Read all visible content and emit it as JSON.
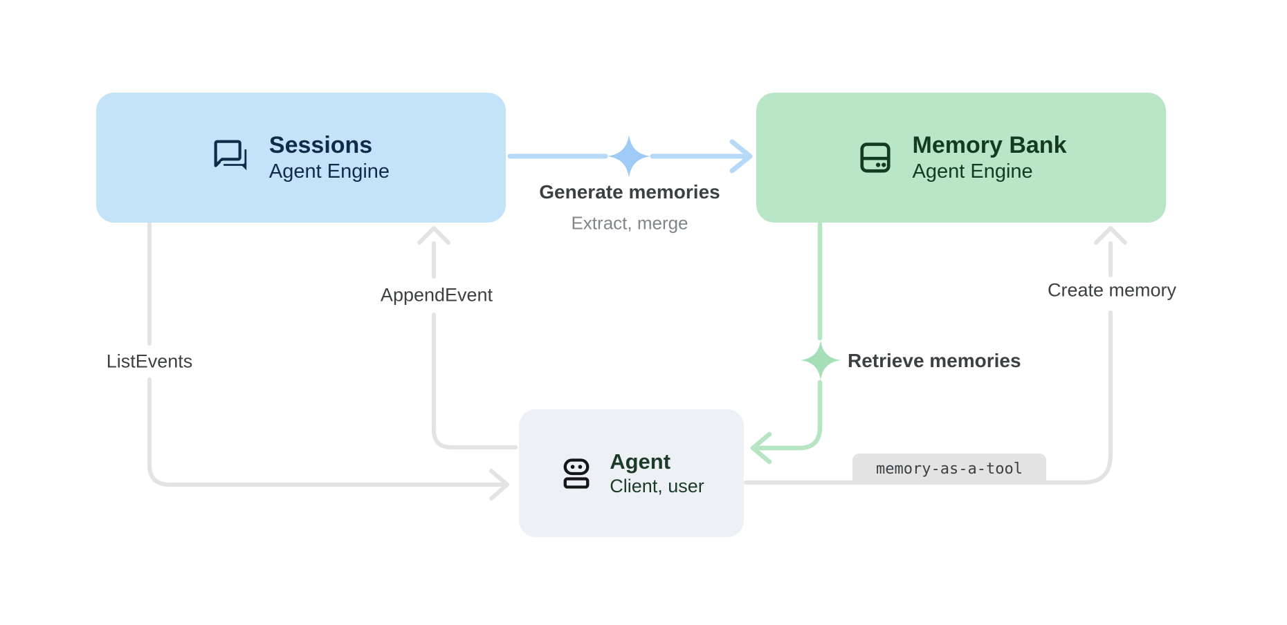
{
  "diagram": {
    "background": "#ffffff",
    "nodes": {
      "sessions": {
        "title": "Sessions",
        "subtitle": "Agent Engine",
        "icon": "chat-forum-icon",
        "fill": "#c3e3f8",
        "text_color": "#0e2c49"
      },
      "memory_bank": {
        "title": "Memory Bank",
        "subtitle": "Agent Engine",
        "icon": "storage-bank-icon",
        "fill": "#b8e6c7",
        "text_color": "#143a22"
      },
      "agent": {
        "title": "Agent",
        "subtitle": "Client, user",
        "icon": "robot-icon",
        "fill": "#edf1f5",
        "text_color": "#1b3a28"
      }
    },
    "edges": {
      "generate_memories": {
        "label": "Generate memories",
        "sublabel": "Extract, merge",
        "from": "sessions",
        "to": "memory_bank",
        "color": "#b6d9f7",
        "decoration": "sparkle-icon"
      },
      "append_event": {
        "label": "AppendEvent",
        "from": "agent",
        "to": "sessions",
        "color": "#e3e3e3"
      },
      "list_events": {
        "label": "ListEvents",
        "from": "sessions",
        "to": "agent",
        "color": "#e3e3e3"
      },
      "retrieve_memories": {
        "label": "Retrieve memories",
        "from": "memory_bank",
        "to": "agent",
        "color": "#b7e5c4",
        "decoration": "sparkle-icon"
      },
      "create_memory": {
        "label": "Create memory",
        "badge": "memory-as-a-tool",
        "from": "agent",
        "to": "memory_bank",
        "color": "#e3e3e3"
      }
    },
    "colors": {
      "blue_sparkle": "#9fcaf5",
      "green_sparkle": "#a6deb8",
      "label_primary": "#3c4043",
      "label_secondary": "#80868b",
      "badge_fill": "#e3e3e3"
    }
  }
}
